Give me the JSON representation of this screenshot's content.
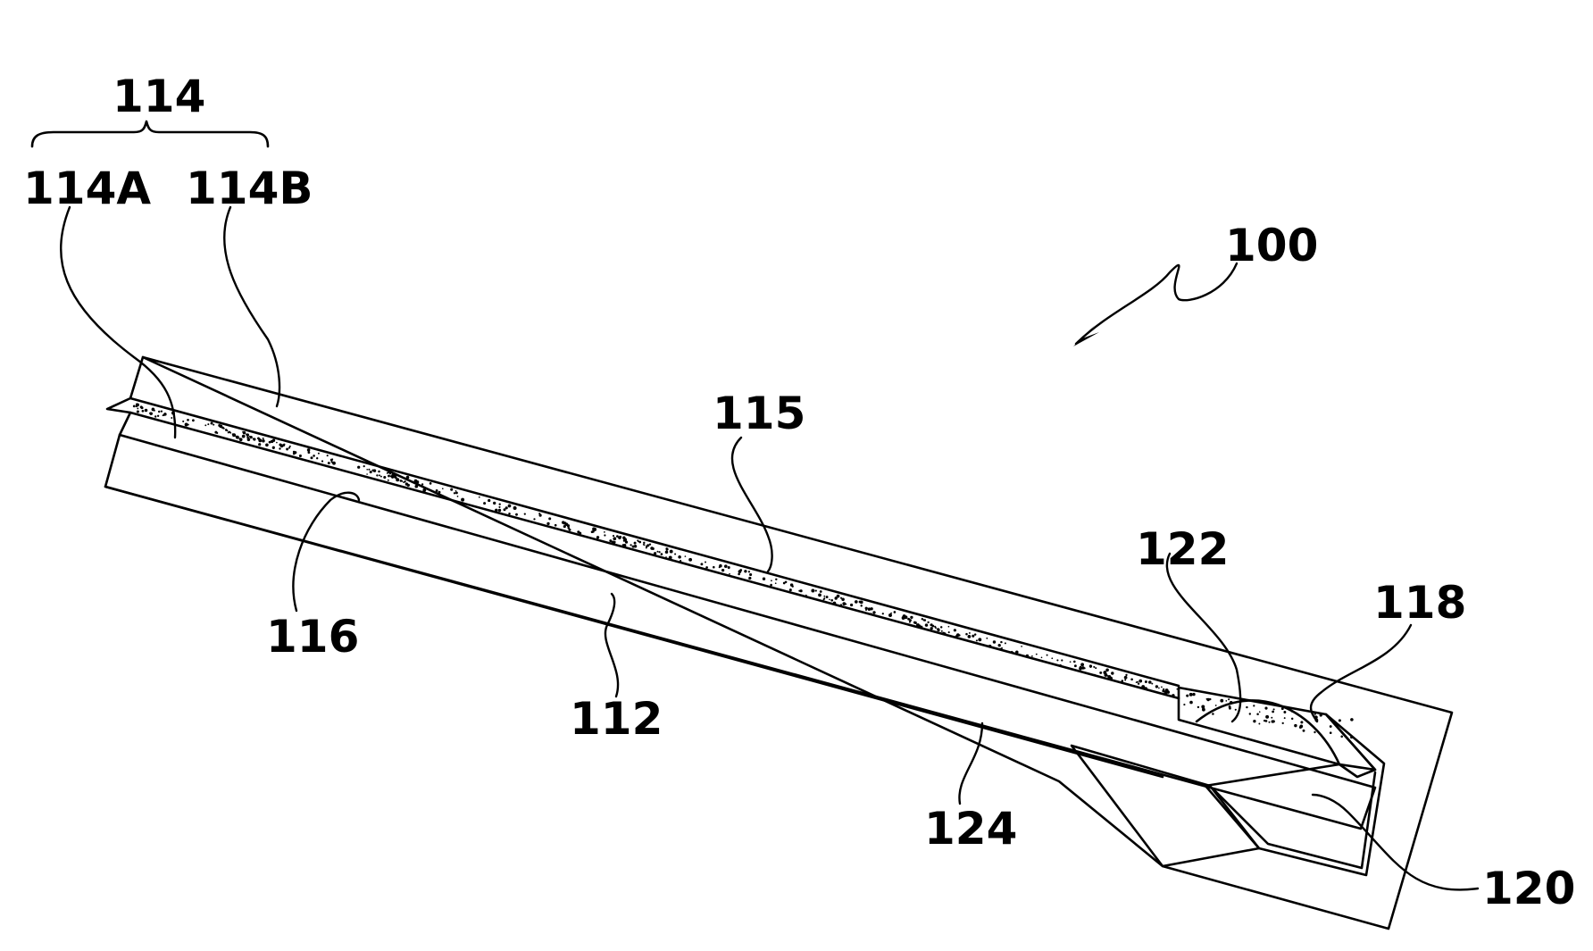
{
  "figure": {
    "labels": {
      "l114": "114",
      "l114A": "114A",
      "l114B": "114B",
      "l100": "100",
      "l115": "115",
      "l116": "116",
      "l112": "112",
      "l122": "122",
      "l118": "118",
      "l124": "124",
      "l120": "120"
    }
  }
}
